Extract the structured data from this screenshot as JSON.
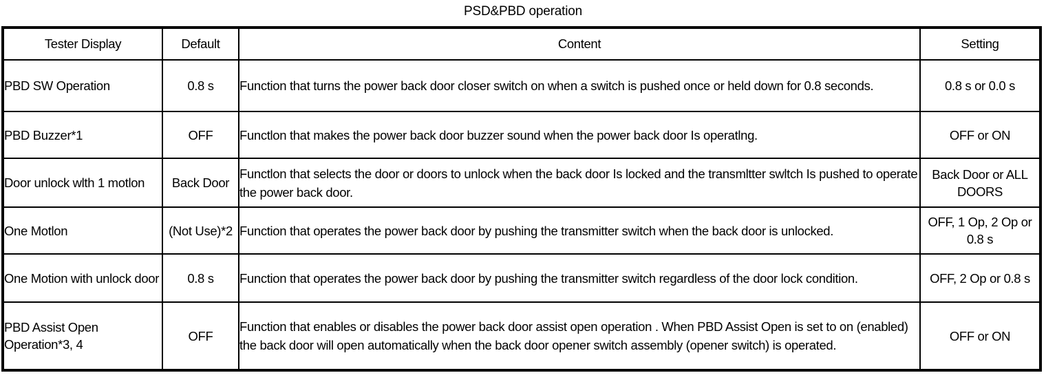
{
  "title": "PSD&PBD operation",
  "table": {
    "headers": [
      "Tester Display",
      "Default",
      "Content",
      "Setting"
    ],
    "rows": [
      {
        "display": "PBD SW Operation",
        "default": "0.8 s",
        "content": "Function that turns the power back door closer switch on when a switch is pushed once or held down for 0.8 seconds.",
        "setting": "0.8 s or 0.0 s"
      },
      {
        "display": "PBD Buzzer*1",
        "default": "OFF",
        "content": "Functlon that makes the power back door buzzer sound when the power back door Is operatlng.",
        "setting": "OFF or ON"
      },
      {
        "display": "Door unlock wlth 1 motlon",
        "default": "Back Door",
        "content": "Functlon that selects the door or doors to unlock when the back door Is locked and the transmltter swltch Is pushed to operate the power back door.",
        "setting": "Back Door or ALL DOORS"
      },
      {
        "display": "One Motlon",
        "default": "(Not Use)*2",
        "content": "Function that operates the power back door by pushing the transmitter switch when the back door is unlocked.",
        "setting": "OFF, 1 Op, 2 Op or 0.8 s"
      },
      {
        "display": "One Motion with unlock door",
        "default": "0.8 s",
        "content": "Function that operates the power back door by pushing the transmitter switch regardless of the door lock condition.",
        "setting": "OFF, 2 Op or 0.8 s"
      },
      {
        "display": "PBD Assist Open Operation*3, 4",
        "default": "OFF",
        "content": "Function that enables or disables the power back door assist open operation . When PBD Assist Open is set to on (enabled) the back door will open automatically when the back door opener switch assembly (opener switch) is operated.",
        "setting": "OFF or ON"
      }
    ]
  }
}
